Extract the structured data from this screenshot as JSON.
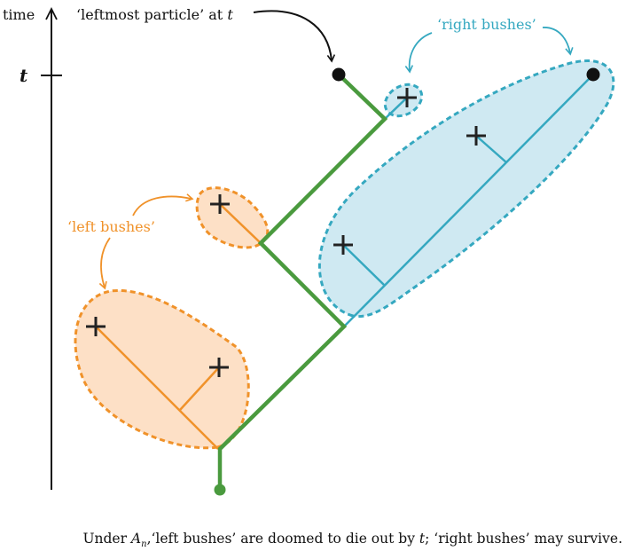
{
  "axis": {
    "label": "time",
    "tick_label": "t"
  },
  "annotations": {
    "leftmost": {
      "text": "‘leftmost particle’ at ",
      "var": "t"
    },
    "right_bushes": "‘right bushes’",
    "left_bushes": "‘left bushes’"
  },
  "caption": {
    "prefix": "Under ",
    "set_symbol": "A",
    "set_subscript": "n",
    "middle": ",‘left bushes’ are doomed to die out by ",
    "var": "t",
    "suffix": "; ‘right bushes’ may survive."
  },
  "colors": {
    "spine": "#4a9a3e",
    "left_bush_line": "#f0922a",
    "left_bush_fill": "#fde0c6",
    "right_bush_line": "#35a8c0",
    "right_bush_fill": "#cfe9f2",
    "annotation_left": "#f0922a",
    "annotation_right": "#35a8c0",
    "black": "#111111"
  },
  "icons": {
    "dead_marker": "plus-icon",
    "alive_marker": "dot-icon"
  }
}
